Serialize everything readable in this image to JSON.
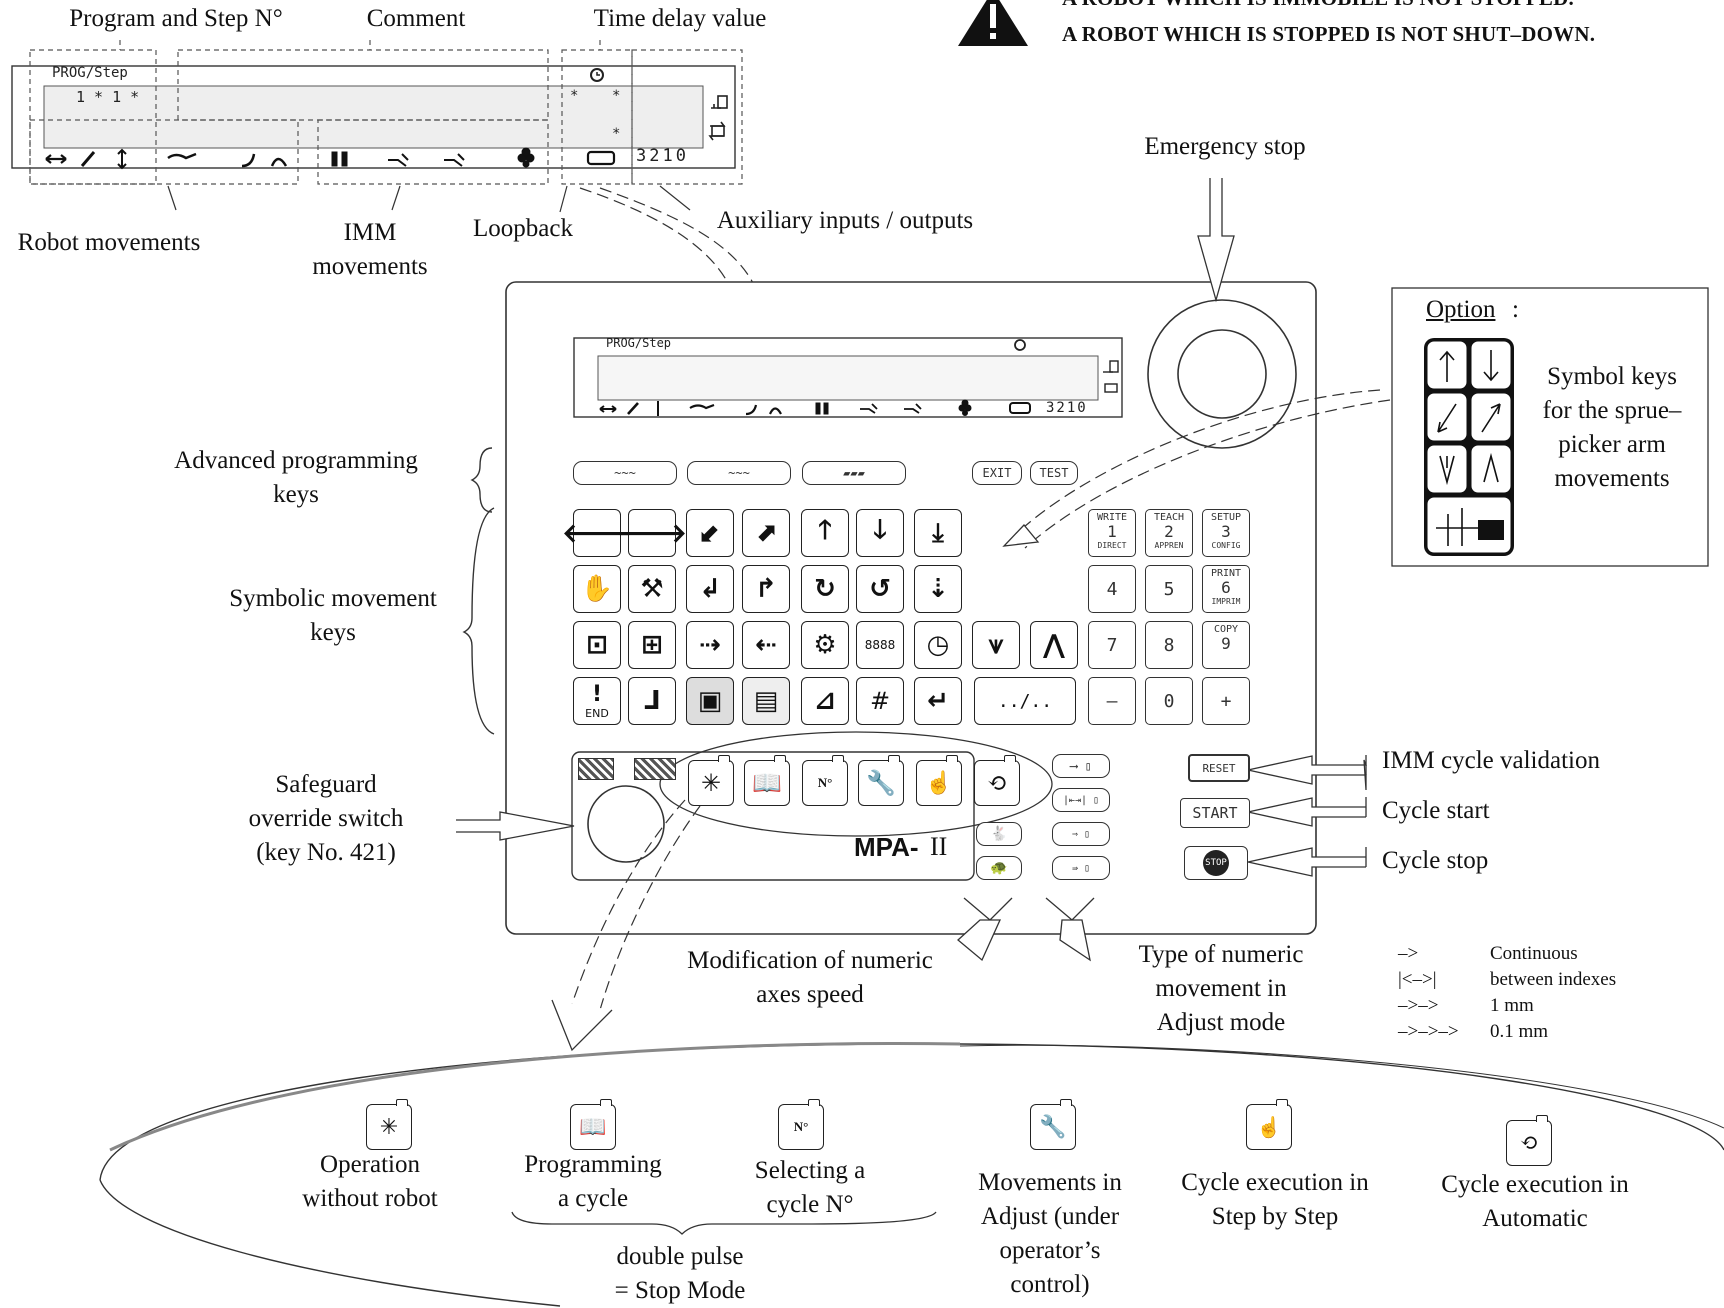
{
  "warning": {
    "line1": "A ROBOT WHICH IS IMMOBILE IS NOT STOPPED.",
    "line2": "A ROBOT WHICH IS STOPPED IS NOT SHUT–DOWN."
  },
  "lcd_callouts": {
    "program_step": "Program and Step N°",
    "comment": "Comment",
    "time_delay": "Time delay value",
    "robot_movements": "Robot movements",
    "imm_movements": "IMM\nmovements",
    "loopback": "Loopback",
    "aux_io": "Auxiliary inputs / outputs"
  },
  "lcd": {
    "header": "PROG/Step",
    "prog_value": "1 * 1 *",
    "star": "*",
    "io_value": "3210"
  },
  "labels": {
    "emergency_stop": "Emergency stop",
    "advanced_keys": "Advanced programming\nkeys",
    "symbolic_keys": "Symbolic movement\nkeys",
    "safeguard": "Safeguard\noverride switch\n(key No. 421)",
    "imm_cycle_validation": "IMM cycle validation",
    "cycle_start": "Cycle start",
    "cycle_stop": "Cycle stop",
    "modification_speed": "Modification of numeric\naxes speed",
    "type_numeric": "Type of numeric\nmovement in\nAdjust mode"
  },
  "option": {
    "title": "Option",
    "colon": ":",
    "text": "Symbol keys\nfor the sprue–\npicker arm\nmovements"
  },
  "keypad": {
    "exit": "EXIT",
    "test": "TEST",
    "write_top": "WRITE",
    "write_num": "1",
    "write_bot": "DIRECT",
    "teach_top": "TEACH",
    "teach_num": "2",
    "teach_bot": "APPREN",
    "setup_top": "SETUP",
    "setup_num": "3",
    "setup_bot": "CONFIG",
    "k4": "4",
    "k5": "5",
    "print_top": "PRINT",
    "print_num": "6",
    "print_bot": "IMPRIM",
    "k7": "7",
    "k8": "8",
    "copy_top": "COPY",
    "copy_num": "9",
    "minus": "–",
    "zero": "0",
    "plus": "+",
    "end_label": "END",
    "hash": "#",
    "dots": "../..",
    "reset": "RESET",
    "start": "START",
    "stop": "STOP",
    "brand": "MPA-",
    "brand_roman": "II",
    "bar_glyph": "8888"
  },
  "legend": [
    {
      "symbol": "–>",
      "text": "Continuous"
    },
    {
      "symbol": "|<–>|",
      "text": "between indexes"
    },
    {
      "symbol": "–>–>",
      "text": "1 mm"
    },
    {
      "symbol": "–>–>–>",
      "text": "0.1 mm"
    }
  ],
  "modes": [
    {
      "icon": "operation-without-robot-icon",
      "text": "Operation\nwithout robot"
    },
    {
      "icon": "programming-book-icon",
      "text": "Programming\na cycle"
    },
    {
      "icon": "cycle-number-icon",
      "text": "Selecting a\ncycle N°"
    },
    {
      "icon": "wrench-icon",
      "text": "Movements in\nAdjust (under\noperator’s\ncontrol)"
    },
    {
      "icon": "step-by-step-icon",
      "text": "Cycle execution in\nStep by Step"
    },
    {
      "icon": "automatic-cycle-icon",
      "text": "Cycle execution in\nAutomatic"
    }
  ],
  "double_pulse": "double pulse\n= Stop Mode"
}
